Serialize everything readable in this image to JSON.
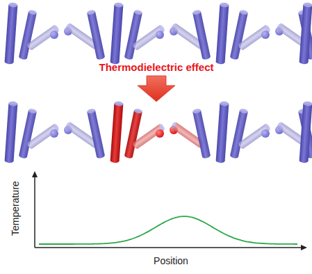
{
  "diagram": {
    "labels": [
      "Thermodielectric effect",
      "Temperature",
      "Position"
    ]
  }
}
